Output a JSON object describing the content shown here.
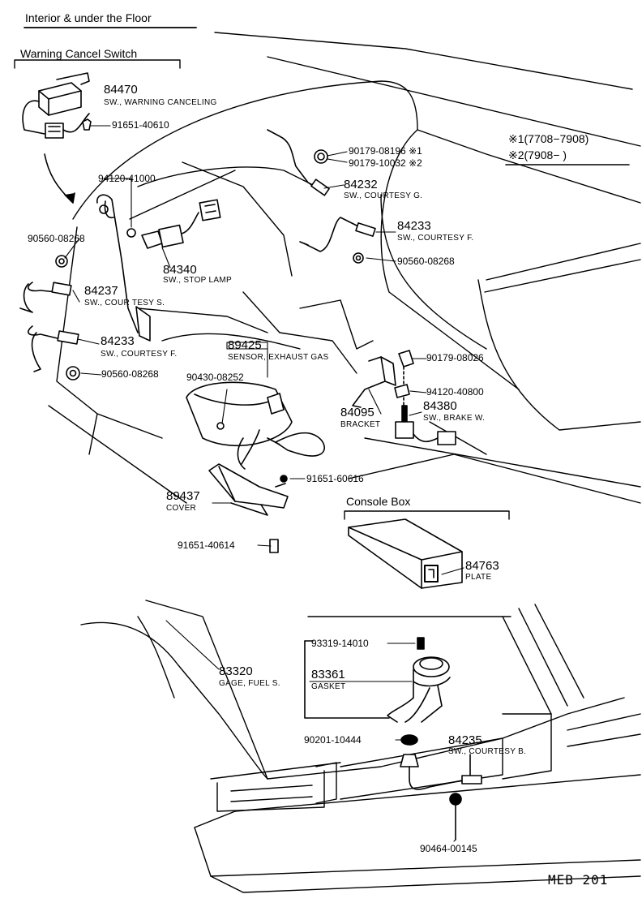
{
  "sections": {
    "main_title": "Interior & under the Floor",
    "warning_cancel": "Warning Cancel Switch",
    "console_box": "Console Box"
  },
  "footnote": {
    "line1": "※1(7708−7908)",
    "line2": "※2(7908−        )"
  },
  "signature": "MEB 201",
  "parts": [
    {
      "id": "84470",
      "desc": "SW., WARNING CANCELING"
    },
    {
      "id": "91651-40610",
      "desc": ""
    },
    {
      "id": "94120-41000",
      "desc": ""
    },
    {
      "id": "90560-08268",
      "desc": ""
    },
    {
      "id": "84237",
      "desc": "SW., COUR TESY S."
    },
    {
      "id": "84233",
      "desc": "SW., COURTESY F."
    },
    {
      "id": "90560-08268",
      "desc": ""
    },
    {
      "id": "84340",
      "desc": "SW., STOP LAMP"
    },
    {
      "id": "90179-08196 ※1",
      "desc": ""
    },
    {
      "id": "90179-10032 ※2",
      "desc": ""
    },
    {
      "id": "84232",
      "desc": "SW., COURTESY G."
    },
    {
      "id": "84233",
      "desc": "SW., COURTESY F."
    },
    {
      "id": "90560-08268",
      "desc": ""
    },
    {
      "id": "89425",
      "desc": "SENSOR, EXHAUST GAS"
    },
    {
      "id": "90430-08252",
      "desc": ""
    },
    {
      "id": "90179-08026",
      "desc": ""
    },
    {
      "id": "94120-40800",
      "desc": ""
    },
    {
      "id": "84095",
      "desc": "BRACKET"
    },
    {
      "id": "84380",
      "desc": "SW., BRAKE W."
    },
    {
      "id": "91651-60616",
      "desc": ""
    },
    {
      "id": "89437",
      "desc": "COVER"
    },
    {
      "id": "91651-40614",
      "desc": ""
    },
    {
      "id": "84763",
      "desc": "PLATE"
    },
    {
      "id": "93319-14010",
      "desc": ""
    },
    {
      "id": "83320",
      "desc": "GAGE, FUEL S."
    },
    {
      "id": "83361",
      "desc": "GASKET"
    },
    {
      "id": "90201-10444",
      "desc": ""
    },
    {
      "id": "84235",
      "desc": "SW., COURTESY B."
    },
    {
      "id": "90464-00145",
      "desc": ""
    }
  ]
}
